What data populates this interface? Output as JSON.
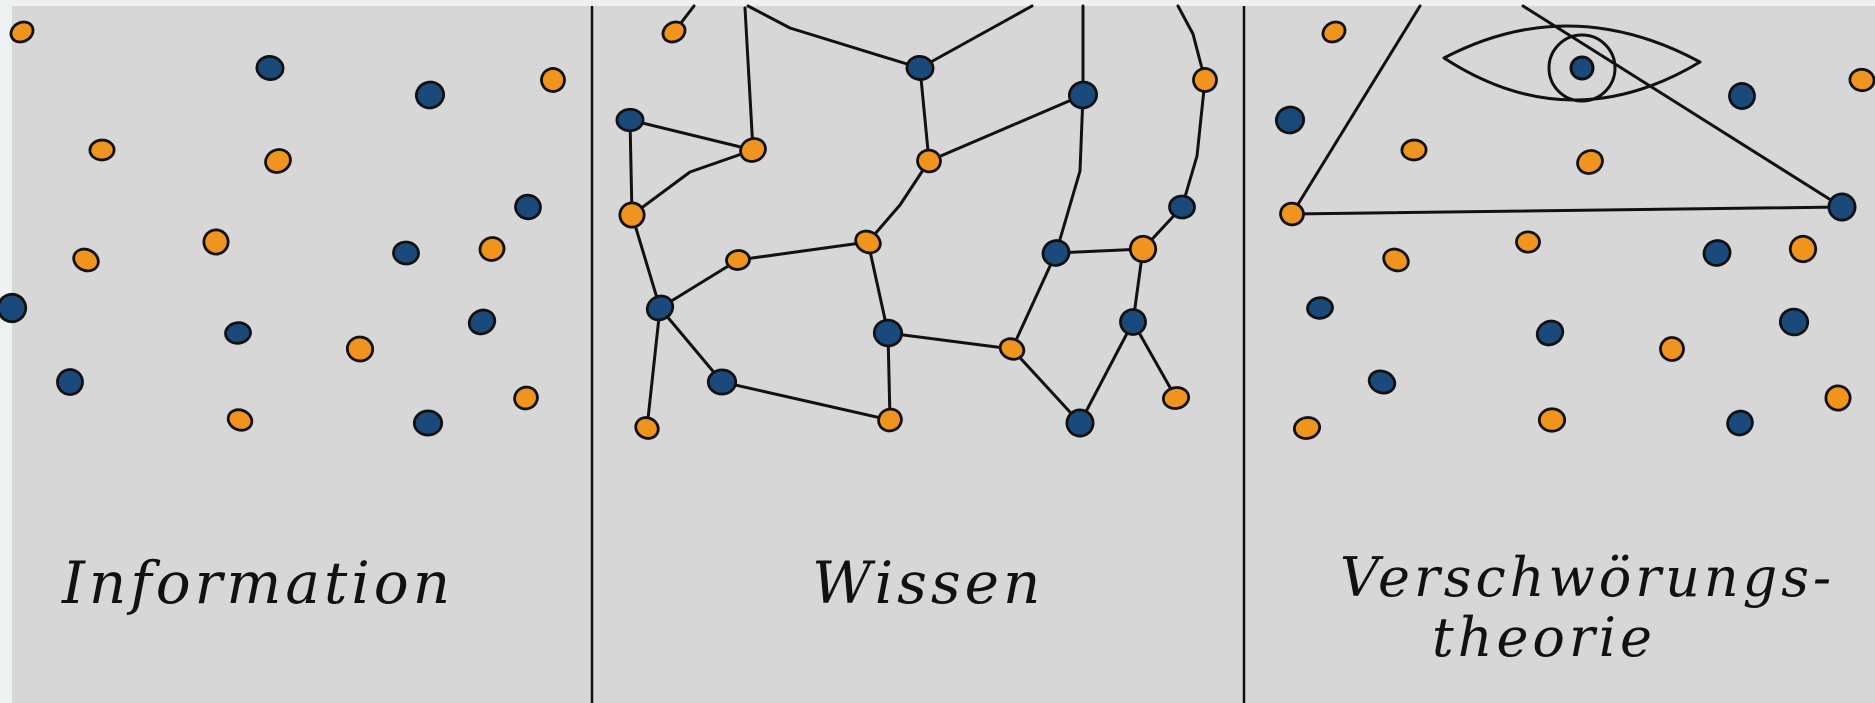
{
  "colors": {
    "page_background": "#eef1f1",
    "panel_background": "#d8d7d8",
    "ink": "#111111",
    "orange_dot": "#f0941e",
    "blue_dot": "#1a4a7c"
  },
  "panels": [
    {
      "label": "Information"
    },
    {
      "label": "Wissen"
    },
    {
      "label_line1": "Verschwörungs-",
      "label_line2": "theorie"
    }
  ],
  "icons": [
    "all-seeing-eye-icon"
  ]
}
